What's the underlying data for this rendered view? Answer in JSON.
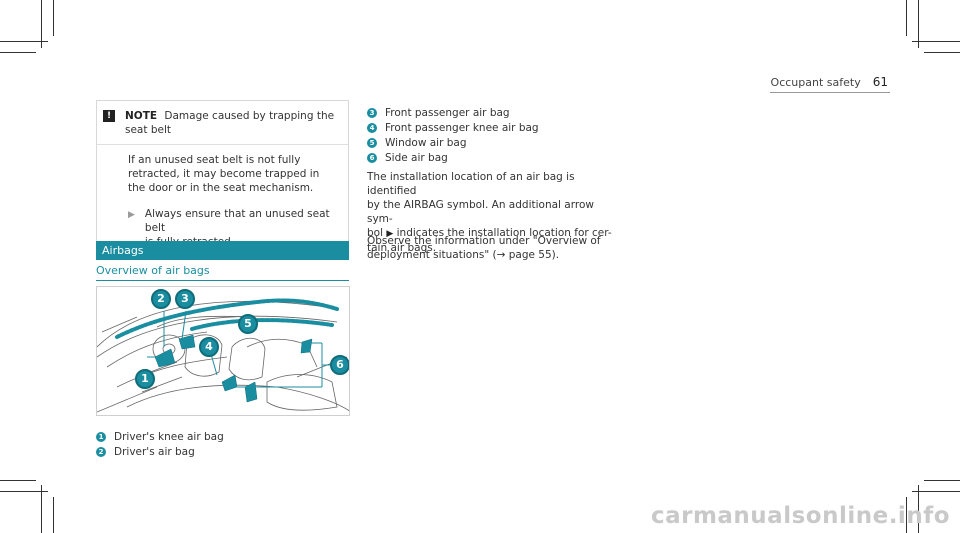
{
  "header": {
    "section": "Occupant safety",
    "page_number": "61"
  },
  "note": {
    "icon": "!",
    "label": "NOTE",
    "title_line1": "Damage caused by trapping the",
    "title_line2": "seat belt",
    "body": "If an unused seat belt is not fully retracted, it may become trapped in the door or in the seat mechanism.",
    "action_line1": "Always ensure that an unused seat belt",
    "action_line2": "is fully retracted."
  },
  "section": {
    "title": "Airbags",
    "subheading": "Overview of air bags"
  },
  "figure": {
    "callouts": [
      "1",
      "2",
      "3",
      "4",
      "5",
      "6"
    ]
  },
  "legend_left": [
    {
      "num": "1",
      "label": "Driver's knee air bag"
    },
    {
      "num": "2",
      "label": "Driver's air bag"
    }
  ],
  "legend_right": [
    {
      "num": "3",
      "label": "Front passenger air bag"
    },
    {
      "num": "4",
      "label": "Front passenger knee air bag"
    },
    {
      "num": "5",
      "label": "Window air bag"
    },
    {
      "num": "6",
      "label": "Side air bag"
    }
  ],
  "paragraphs": {
    "p1_line1": "The installation location of an air bag is identified",
    "p1_line2_a": "by the AIRBAG symbol. An additional arrow sym-",
    "p1_line3_a": "bol",
    "p1_line3_b": "indicates the installation location for cer-",
    "p1_line4": "tain air bags.",
    "p2_line1": "Observe the information under \"Overview of",
    "p2_line2_a": "deployment situations\" (",
    "p2_line2_b": "page 55)."
  },
  "watermark": "carmanualsonline.info",
  "colors": {
    "accent": "#1a8ea0",
    "text": "#333333",
    "line_art": "#555555"
  }
}
